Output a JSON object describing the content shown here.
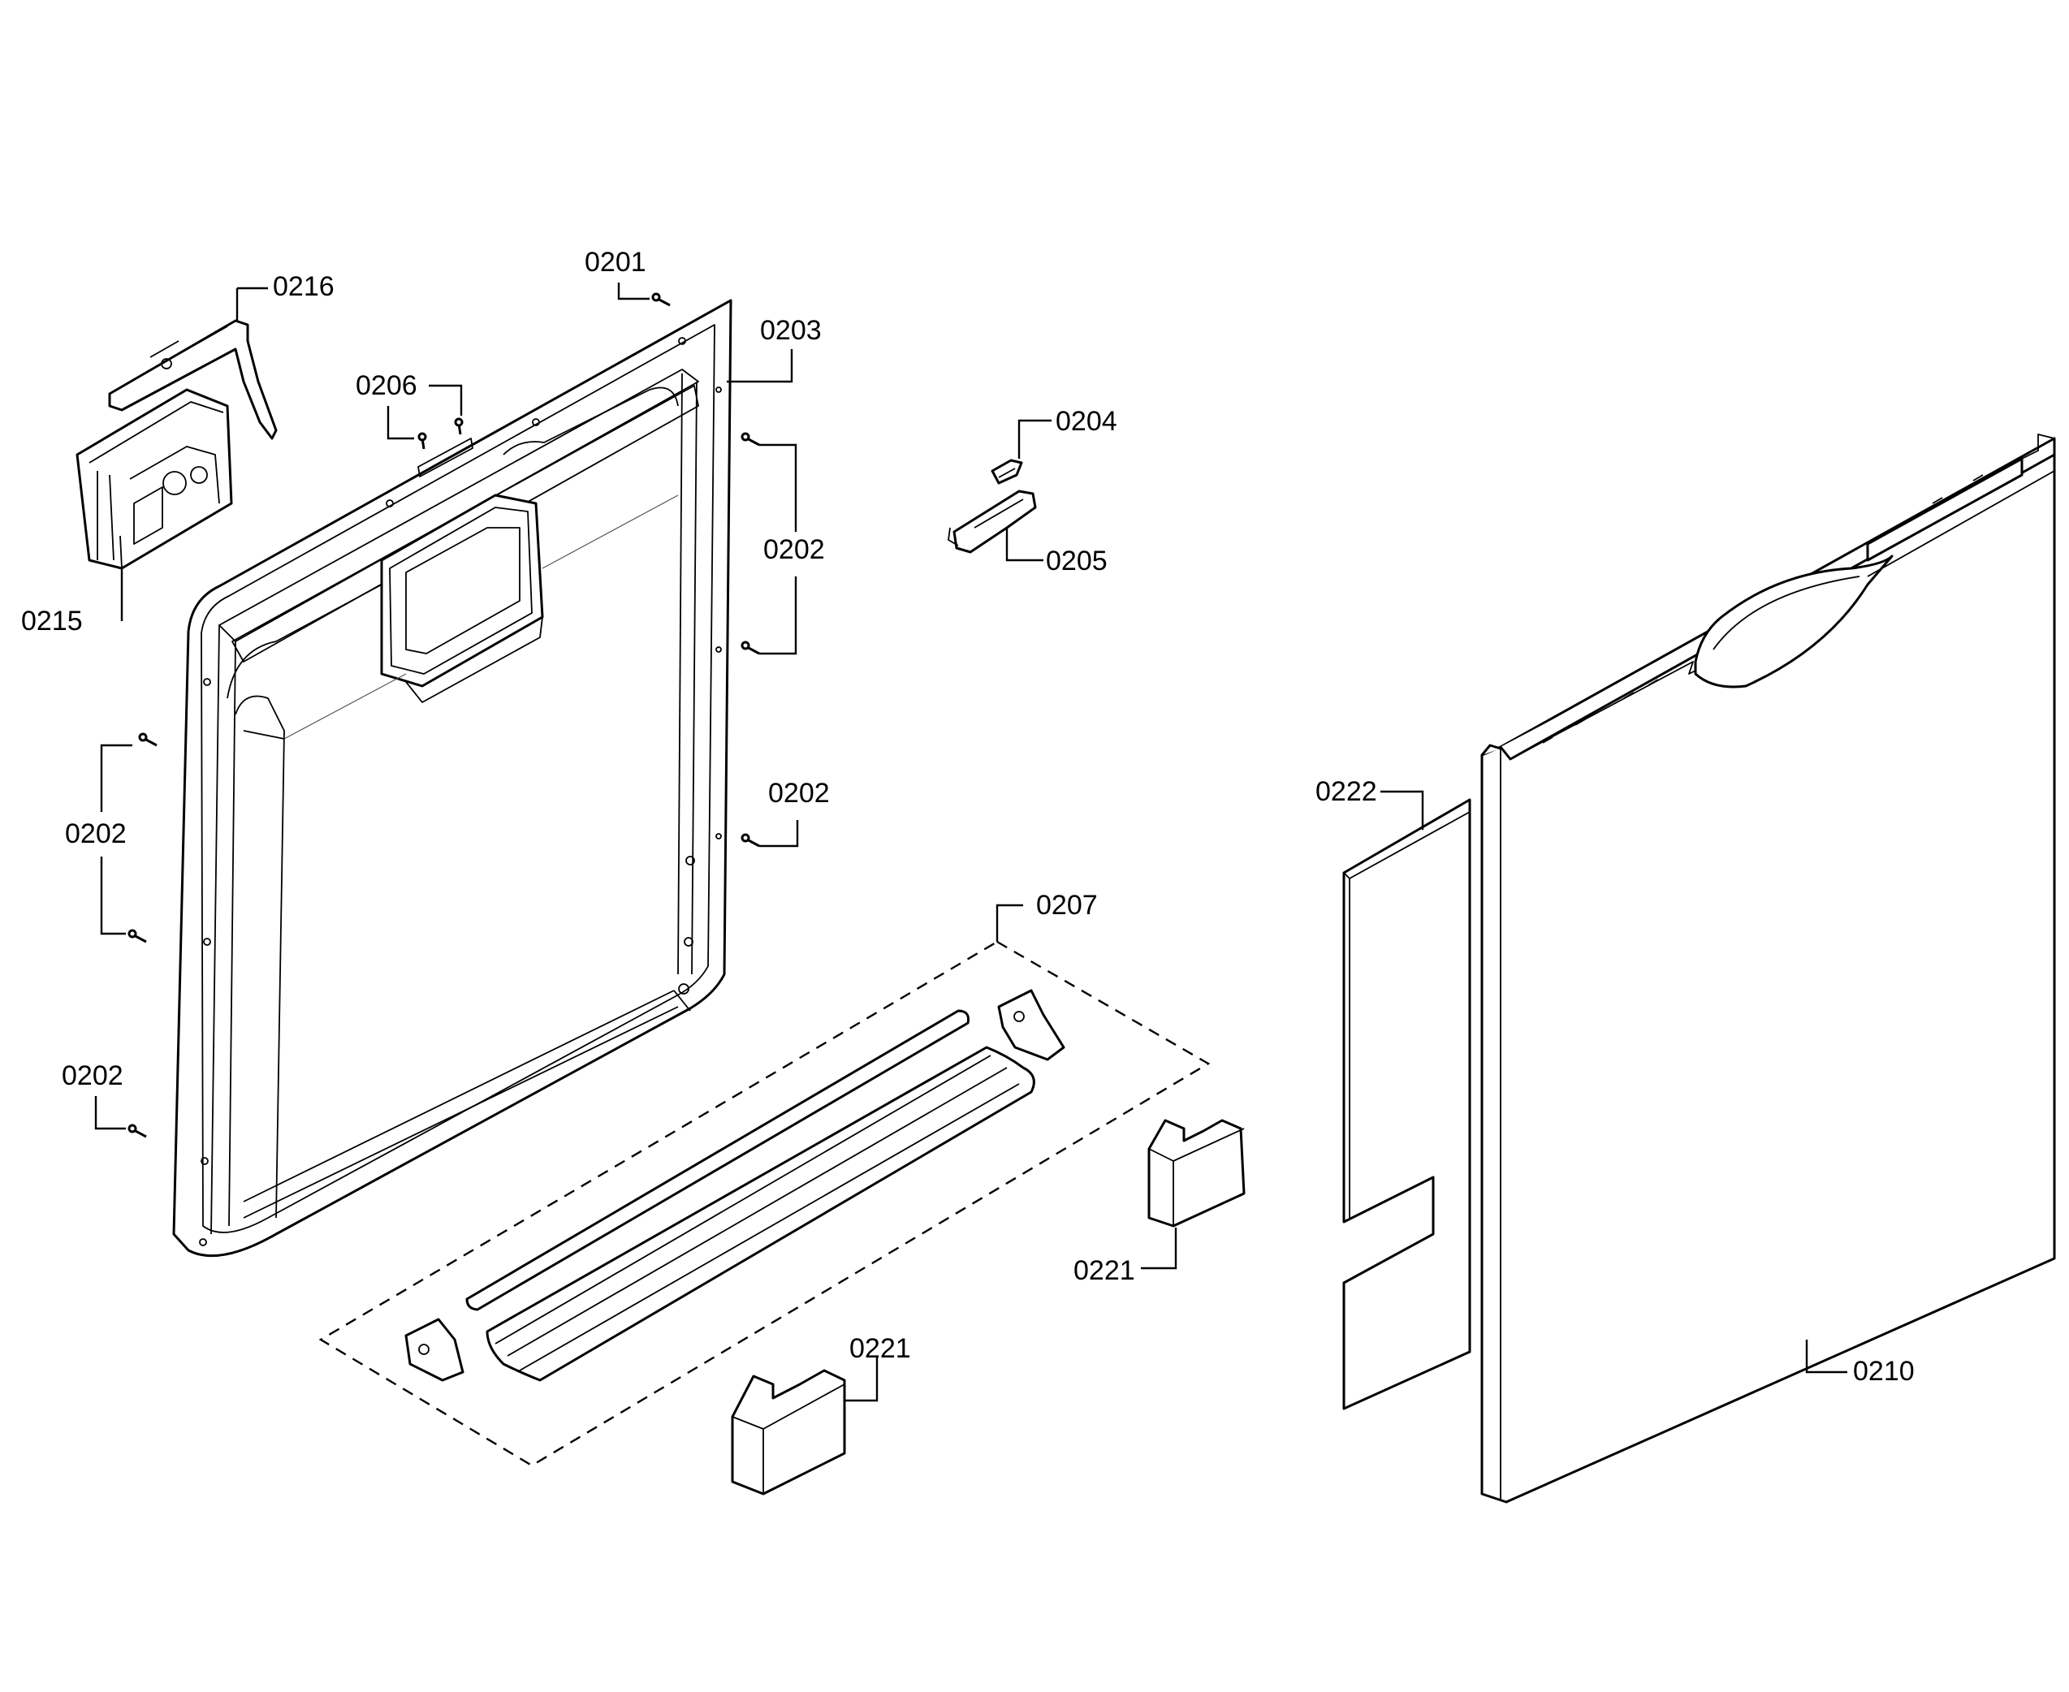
{
  "diagram": {
    "labels": {
      "p0201": "0201",
      "p0202_a": "0202",
      "p0202_b": "0202",
      "p0202_c": "0202",
      "p0202_d": "0202",
      "p0203": "0203",
      "p0204": "0204",
      "p0205": "0205",
      "p0206": "0206",
      "p0207": "0207",
      "p0210": "0210",
      "p0215": "0215",
      "p0216": "0216",
      "p0221_a": "0221",
      "p0221_b": "0221",
      "p0222": "0222"
    }
  }
}
